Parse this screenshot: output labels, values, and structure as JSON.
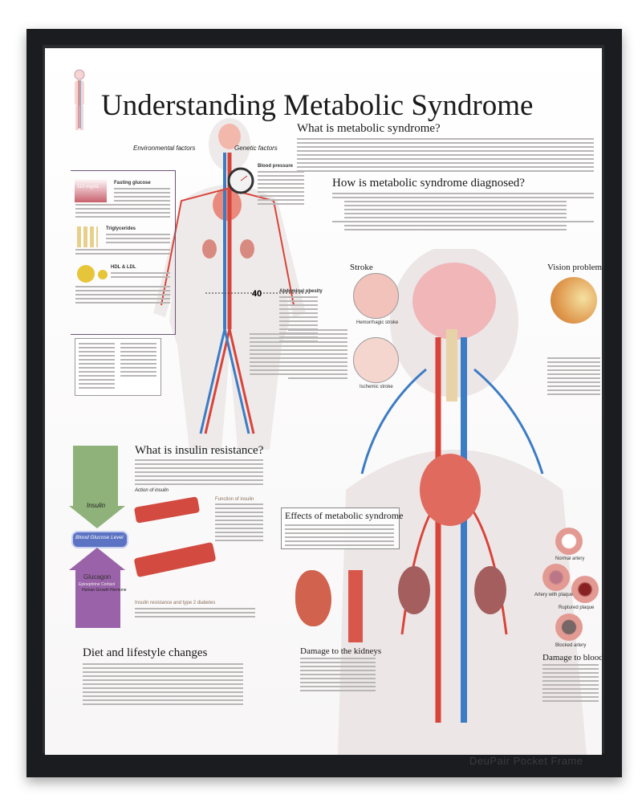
{
  "poster": {
    "title": "Understanding Metabolic Syndrome",
    "sections": {
      "what_is": "What is metabolic syndrome?",
      "diagnosed": "How is metabolic syndrome diagnosed?",
      "stroke": "Stroke",
      "vision": "Vision problems",
      "insulin_resistance": "What is insulin resistance?",
      "effects": "Effects of metabolic syndrome",
      "diet": "Diet and lifestyle changes",
      "kidneys": "Damage to the kidneys",
      "vessels": "Damage to blood vessels"
    },
    "figure_labels": {
      "environmental": "Environmental factors",
      "genetic": "Genetic factors",
      "fasting_glucose": "Fasting glucose",
      "fasting_value": "110 mg/dL",
      "blood_pressure": "Blood pressure",
      "triglycerides": "Triglycerides",
      "hdl_ldl": "HDL & LDL",
      "abdominal": "Abdominal obesity",
      "waist_number": "40",
      "action_of_insulin": "Action of insulin",
      "function_of_insulin": "Function of insulin",
      "insulin_type2": "Insulin resistance and type 2 diabetes",
      "insulin_arrow": "Insulin",
      "blood_glucose": "Blood Glucose Level",
      "glucagon": "Glucagon",
      "glucagon_sub1": "Epinephrine Cortisol",
      "glucagon_sub2": "Human Growth Hormone",
      "hemorrhagic": "Hemorrhagic stroke",
      "ischemic": "Ischemic stroke",
      "normal_artery": "Normal artery",
      "artery_plaque": "Artery with plaque",
      "ruptured_plaque": "Ruptured plaque",
      "blocked_artery": "Blocked artery"
    }
  },
  "watermark": "DeuPair Pocket Frame",
  "colors": {
    "frame": "#1b1c1f",
    "artery": "#d9443a",
    "vein": "#3c7cc4",
    "insulin_green": "#8fb27a",
    "glucagon_purple": "#9a62a8",
    "glucose_blue": "#5b73c2"
  }
}
